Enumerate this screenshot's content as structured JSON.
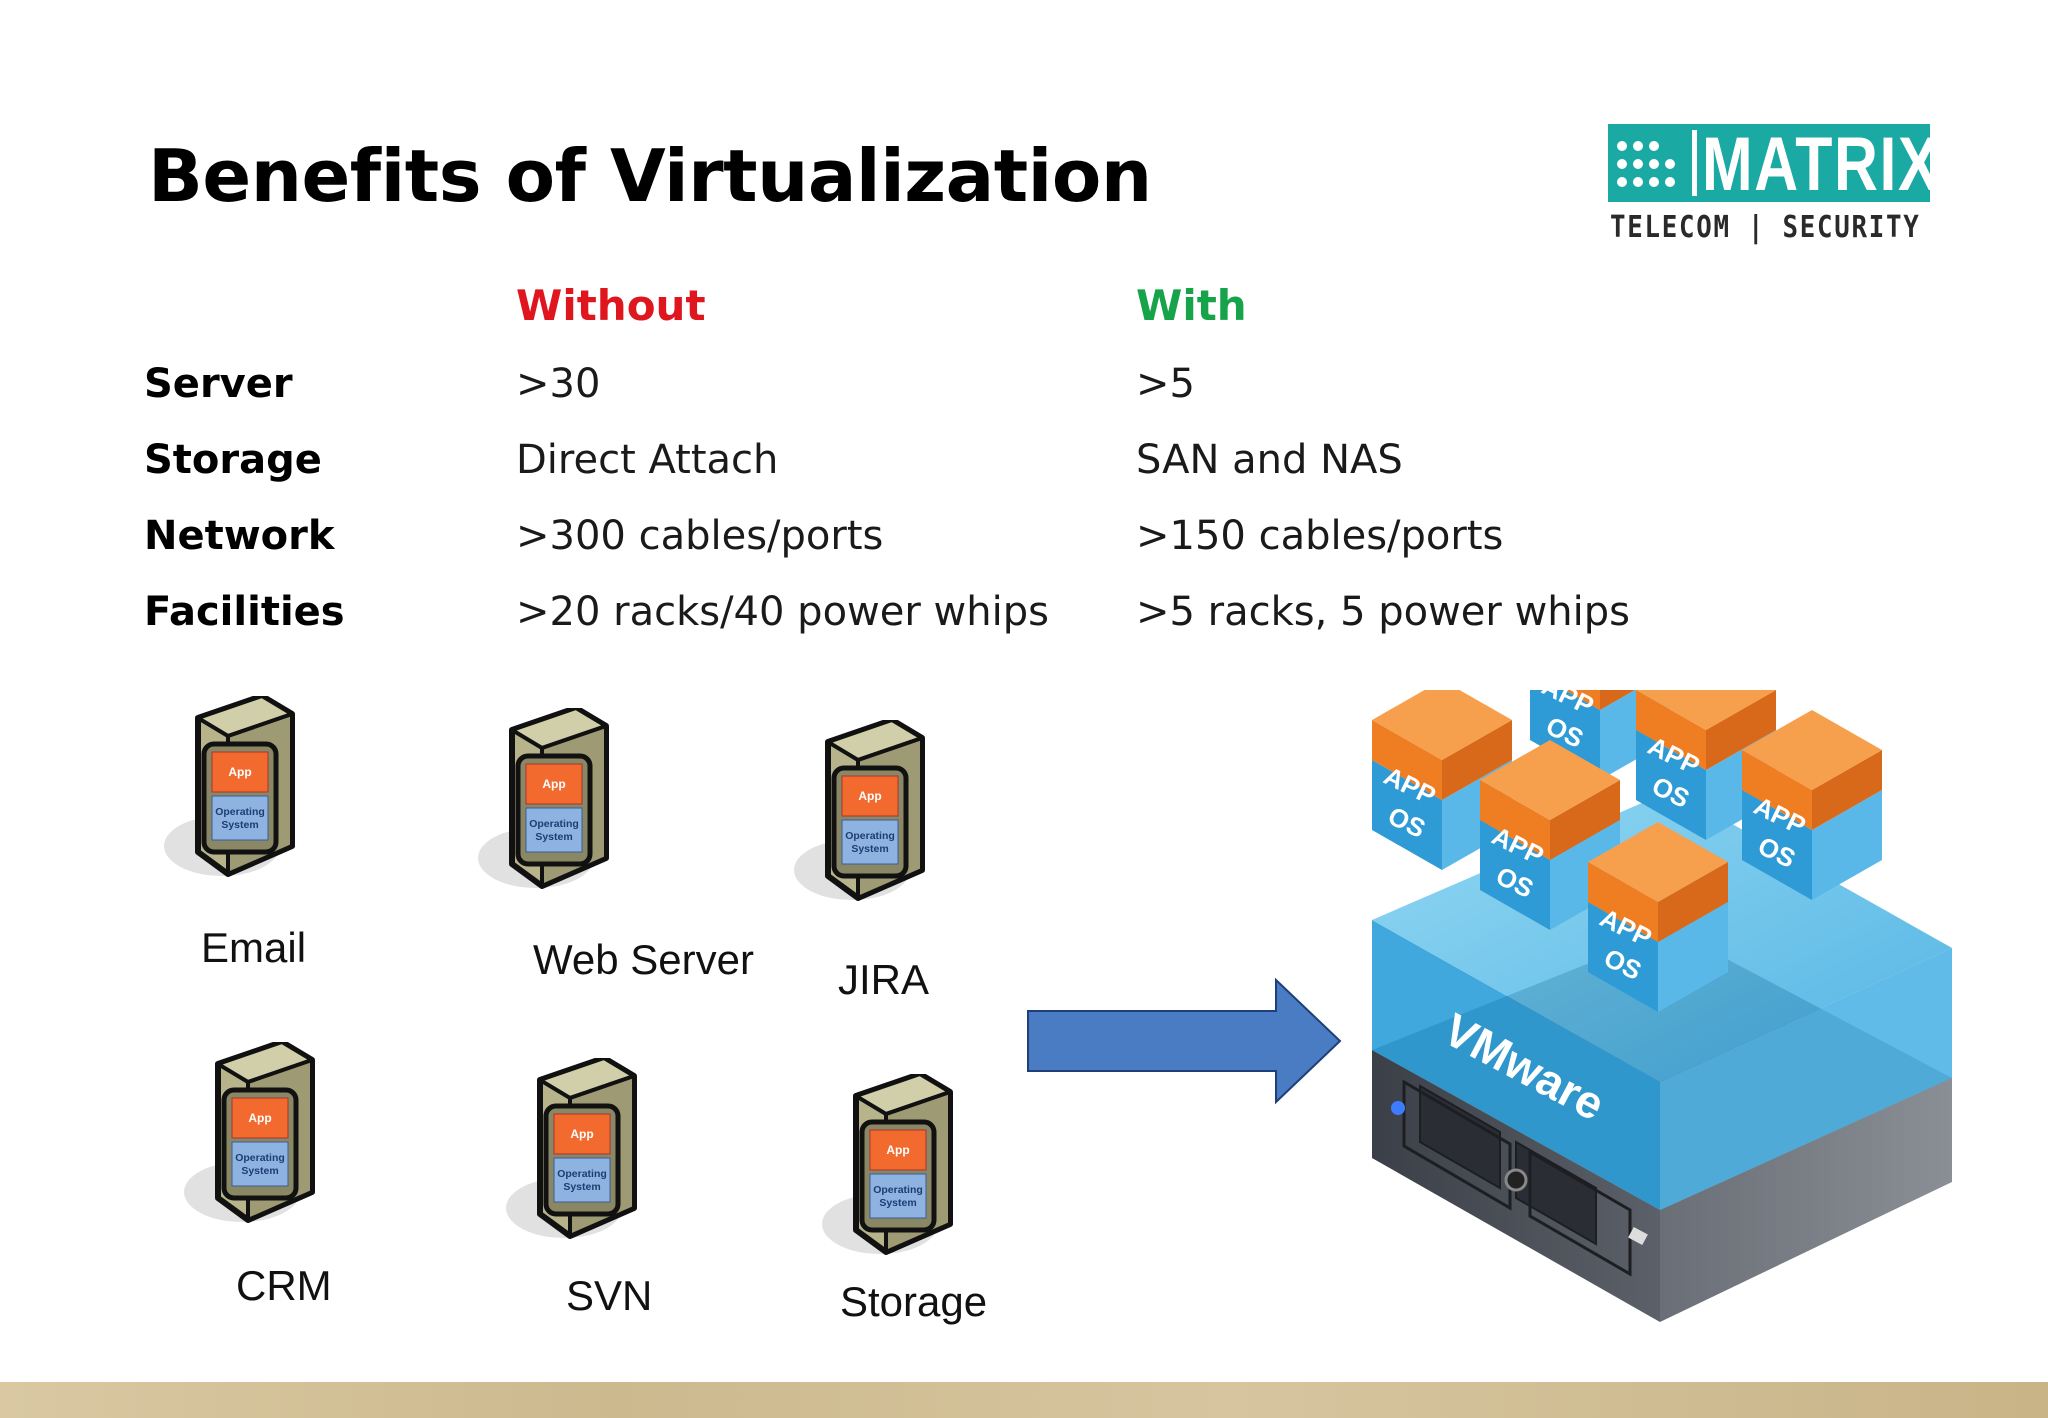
{
  "title": "Benefits of Virtualization",
  "logo": {
    "word": "MATRIX",
    "tagline": "TELECOM | SECURITY",
    "color": "#1aa9a3"
  },
  "table": {
    "headers": {
      "without": "Without",
      "with": "With"
    },
    "header_colors": {
      "without": "#e0161e",
      "with": "#16a349"
    },
    "rows": [
      {
        "label": "Server",
        "without": ">30",
        "with": ">5"
      },
      {
        "label": "Storage",
        "without": "Direct Attach",
        "with": "SAN and NAS"
      },
      {
        "label": "Network",
        "without": ">300 cables/ports",
        "with": ">150 cables/ports"
      },
      {
        "label": "Facilities",
        "without": ">20 racks/40 power whips",
        "with": ">5 racks, 5 power whips"
      }
    ]
  },
  "servers": [
    {
      "label": "Email"
    },
    {
      "label": "Web Server"
    },
    {
      "label": "JIRA"
    },
    {
      "label": "CRM"
    },
    {
      "label": "SVN"
    },
    {
      "label": "Storage"
    }
  ],
  "server_icon_text": {
    "app": "App",
    "os_line1": "Operating",
    "os_line2": "System"
  },
  "vmware": {
    "brand": "VMware",
    "box_app": "APP",
    "box_os": "OS"
  }
}
